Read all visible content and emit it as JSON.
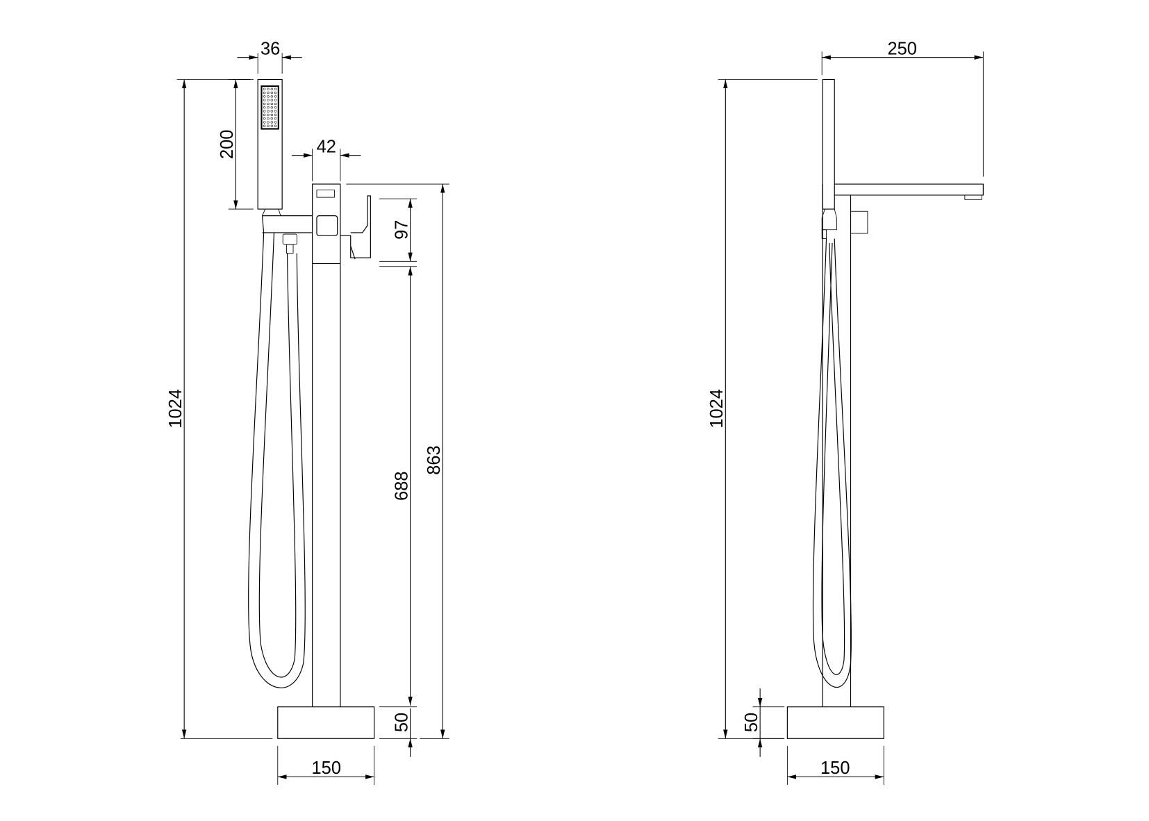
{
  "drawing": {
    "front_view": {
      "dimensions": {
        "handshower_width": "36",
        "handshower_length": "200",
        "total_height": "1024",
        "body_width": "42",
        "handle_height": "97",
        "column_height": "688",
        "spout_height": "863",
        "base_height": "50",
        "base_width": "150"
      }
    },
    "side_view": {
      "dimensions": {
        "spout_reach": "250",
        "total_height": "1024",
        "base_height": "50",
        "base_width": "150"
      }
    },
    "colors": {
      "line": "#000000",
      "background": "#ffffff"
    }
  }
}
